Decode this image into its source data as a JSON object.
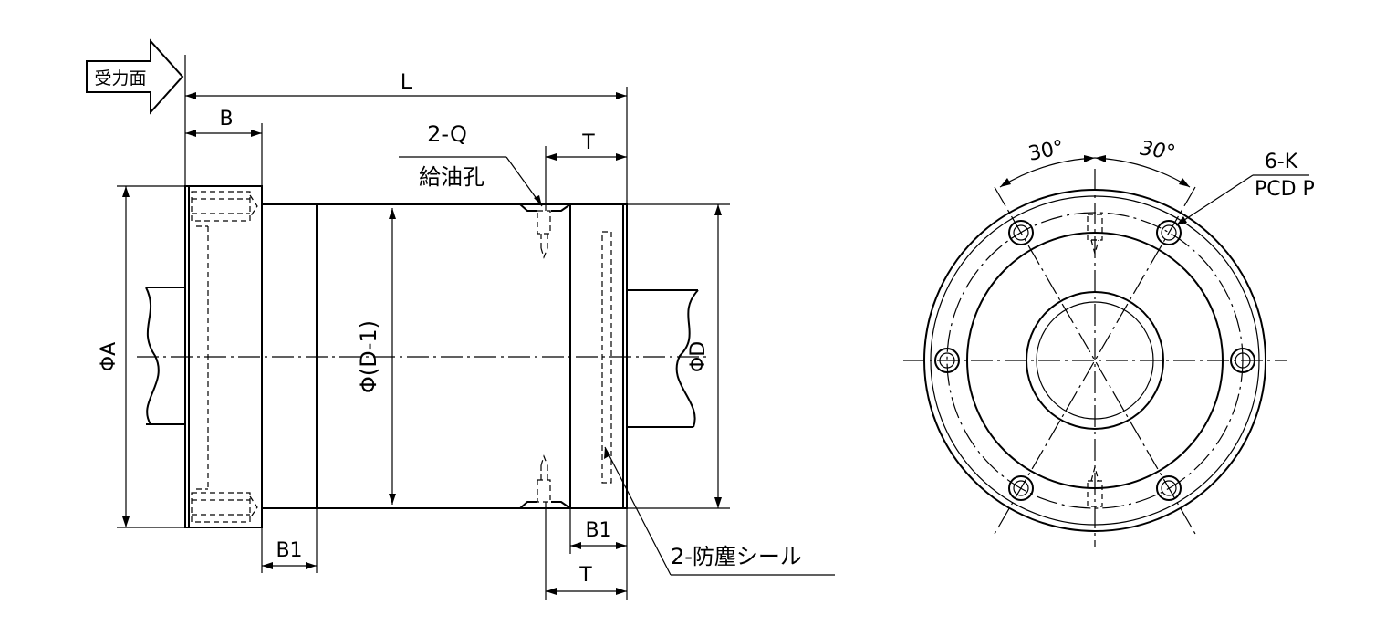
{
  "labels": {
    "receiving_face": "受力面",
    "L": "L",
    "B": "B",
    "B1_bottom_left": "B1",
    "B1_bottom_right": "B1",
    "T_top": "T",
    "T_bottom": "T",
    "oil_hole_count": "2-Q",
    "oil_hole": "給油孔",
    "phi_A": "ΦA",
    "phi_D1": "Φ(D-1)",
    "phi_D": "ΦD",
    "seal": "2-防塵シール",
    "angle_left": "30°",
    "angle_right": "30°",
    "bolt_holes": "6-K",
    "pcd": "PCD P"
  }
}
